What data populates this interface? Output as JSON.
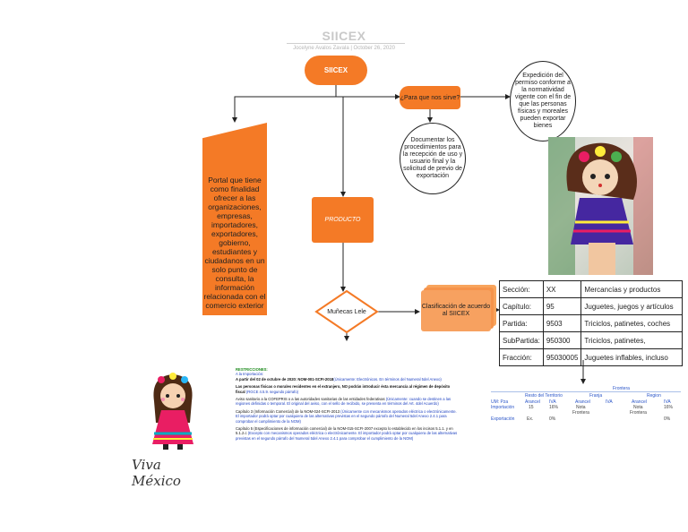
{
  "header": {
    "title": "SIICEX",
    "byline": "Jocelyne Avalos Zavala  |  October 26, 2020"
  },
  "nodes": {
    "siicex": "SIICEX",
    "purpose": "¿Para que nos sirve?",
    "expedicion": "Expedición del permiso conforme a la normatividad vigente con el fin de que las personas físicas y moreales pueden exportar bienes",
    "documentar": "Documentar los procedimientos para la recepción de uso y usuario final y la solicitud de previo de exportación",
    "portal": "Portal que tiene como finalidad ofrecer a las organizaciones, empresas, importadores, exportadores, gobierno, estudiantes y ciudadanos en un solo punto de consulta, la información relacionada con el comercio exterior",
    "producto": "PRODUCTO",
    "lele": "Muñecas Lele",
    "clasificacion": "Clasificación de acuerdo al SIICEX"
  },
  "classification": [
    {
      "label": "Sección:",
      "code": "XX",
      "desc": "Mercancías y productos"
    },
    {
      "label": "Capítulo:",
      "code": "95",
      "desc": "Juguetes, juegos y artículos"
    },
    {
      "label": "Partida:",
      "code": "9503",
      "desc": "Triciclos, patinetes, coches"
    },
    {
      "label": "SubPartida:",
      "code": "950300",
      "desc": "Triciclos, patinetes,"
    },
    {
      "label": "Fracción:",
      "code": "95030005",
      "desc": "Juguetes inflables, incluso"
    }
  ],
  "restrictions": {
    "heading": "RESTRICCIONES:",
    "subheading": "A la Importación:",
    "p1_bold": "A partir del 02 de octubre de 2020:",
    "p1": " NOM-001-SCFI-2018",
    "p1_blue": "(Únicamente: Electrónicos. En términos del Numeral 5del Anexo)",
    "p2_bold": "Las personas físicas o morales residentes en el extranjero, NO podrán introducir ésta mercancía al régimen de depósito fiscal",
    "p2_blue": " (RGCE 4.5.9. segundo párrafo)",
    "p3": "Aviso sanitario a la COFEPRIS o a las autoridades sanitarias de las entidades federativas ",
    "p3_blue": "(Únicamente: cuando se destinen a las regiones definidas o temporal. El original del aviso, con el sello de recibido, se presenta en términos del Art. 4del Acuerdo)",
    "p4": "Capítulo 3 (Información Comercial) de la NOM-024-SCFI-2013",
    "p4_blue": " (Únicamente con mecanismos operados eléctrica o electrónicamente. El importador podrá optar por cualquiera de las alternativas previstas en el segundo párrafo del Numeral 5del Anexo 2.4.1 para comprobar el cumplimiento de la NOM)",
    "p5": "Capítulo 5 (Especificaciones de información comercial) de la NOM-015-SCFI-2007 excepto lo establecido en los incisos 5.1.1. y en 5.1.2.c ",
    "p5_blue": "(Excepto con mecanismos operados eléctrica o electrónicamente. El importador podrá optar por cualquiera de las alternativas previstas en el segundo párrafo del Numeral 5del Anexo 2.4.1 para comprobar el cumplimiento de la NOM)"
  },
  "tariff": {
    "frontera": "Frontera",
    "franja": "Franja",
    "region": "Region",
    "resto": "Resto del Territorio",
    "um": "UM: Pza",
    "arancel": "Arancel",
    "iva": "IVA",
    "importacion": "Importación",
    "imp_arancel": "15",
    "imp_iva": "16%",
    "nota": "Nota",
    "nota_frontera": "Frontera",
    "nota2": "Nota",
    "nota2_frontera": "Frontera",
    "region_iva": "16%",
    "exportacion": "Exportación",
    "exp_arancel": "Ex.",
    "exp_iva": "0%",
    "exp_region_iva": "0%"
  },
  "logo_text": "Viva México"
}
